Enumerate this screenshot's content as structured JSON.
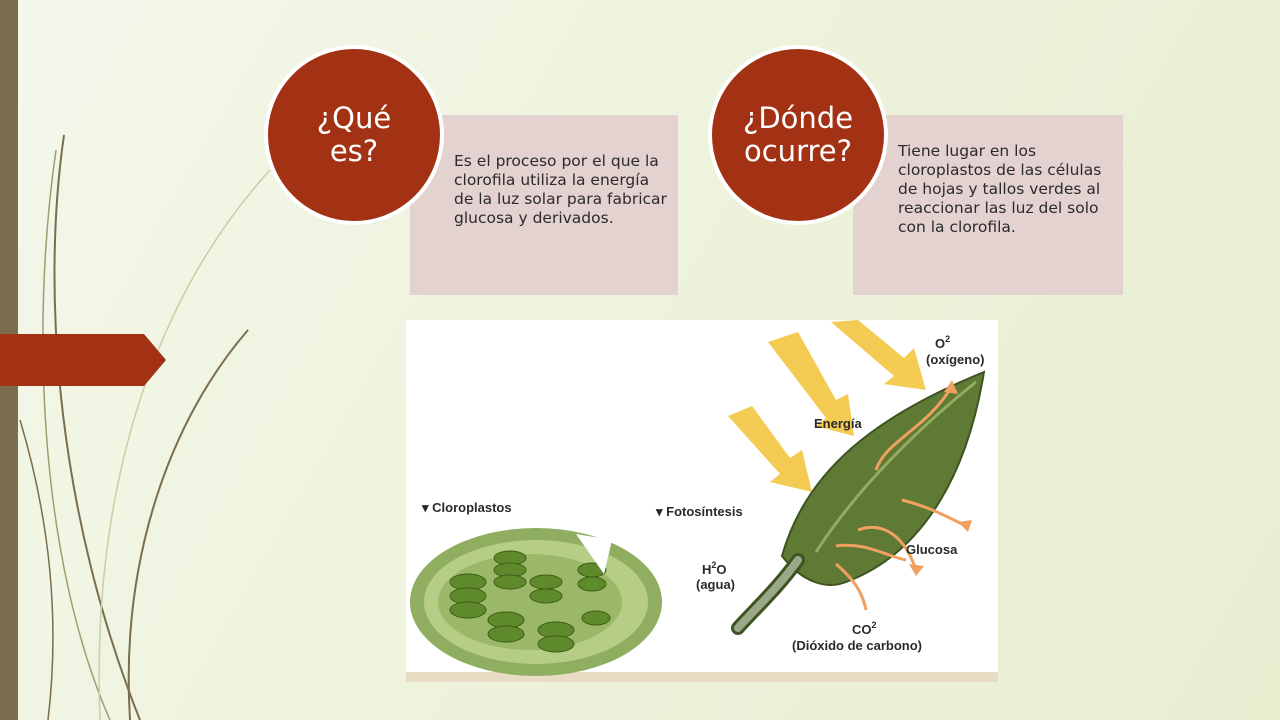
{
  "slide": {
    "card1": {
      "heading": "¿Qué es?",
      "text": "Es el proceso por el que la clorofila utiliza la energía de la luz solar para fabricar glucosa y derivados."
    },
    "card2": {
      "heading": "¿Dónde ocurre?",
      "text": "Tiene lugar en los cloroplastos de las células de hojas y tallos verdes al reaccionar las luz del solo con la clorofila."
    },
    "figure": {
      "chloroplast_label": "Cloroplastos",
      "photosynthesis_label": "Fotosíntesis",
      "oxygen_formula": "O",
      "oxygen_sup": "2",
      "oxygen_label": "(oxígeno)",
      "energy_label": "Energía",
      "glucose_label": "Glucosa",
      "water_h": "H",
      "water_sup": "2",
      "water_o": "O",
      "water_label": "(agua)",
      "co2_formula": "CO",
      "co2_sup": "2",
      "co2_label": "(Dióxido de carbono)"
    }
  },
  "colors": {
    "accent_red": "#a33214",
    "card_bg": "#e3d2d0",
    "sidebar": "#7a6e4f",
    "leaf": "#5e7a35",
    "arrow_orange": "#f0a060",
    "sun_arrow": "#f3c640"
  }
}
